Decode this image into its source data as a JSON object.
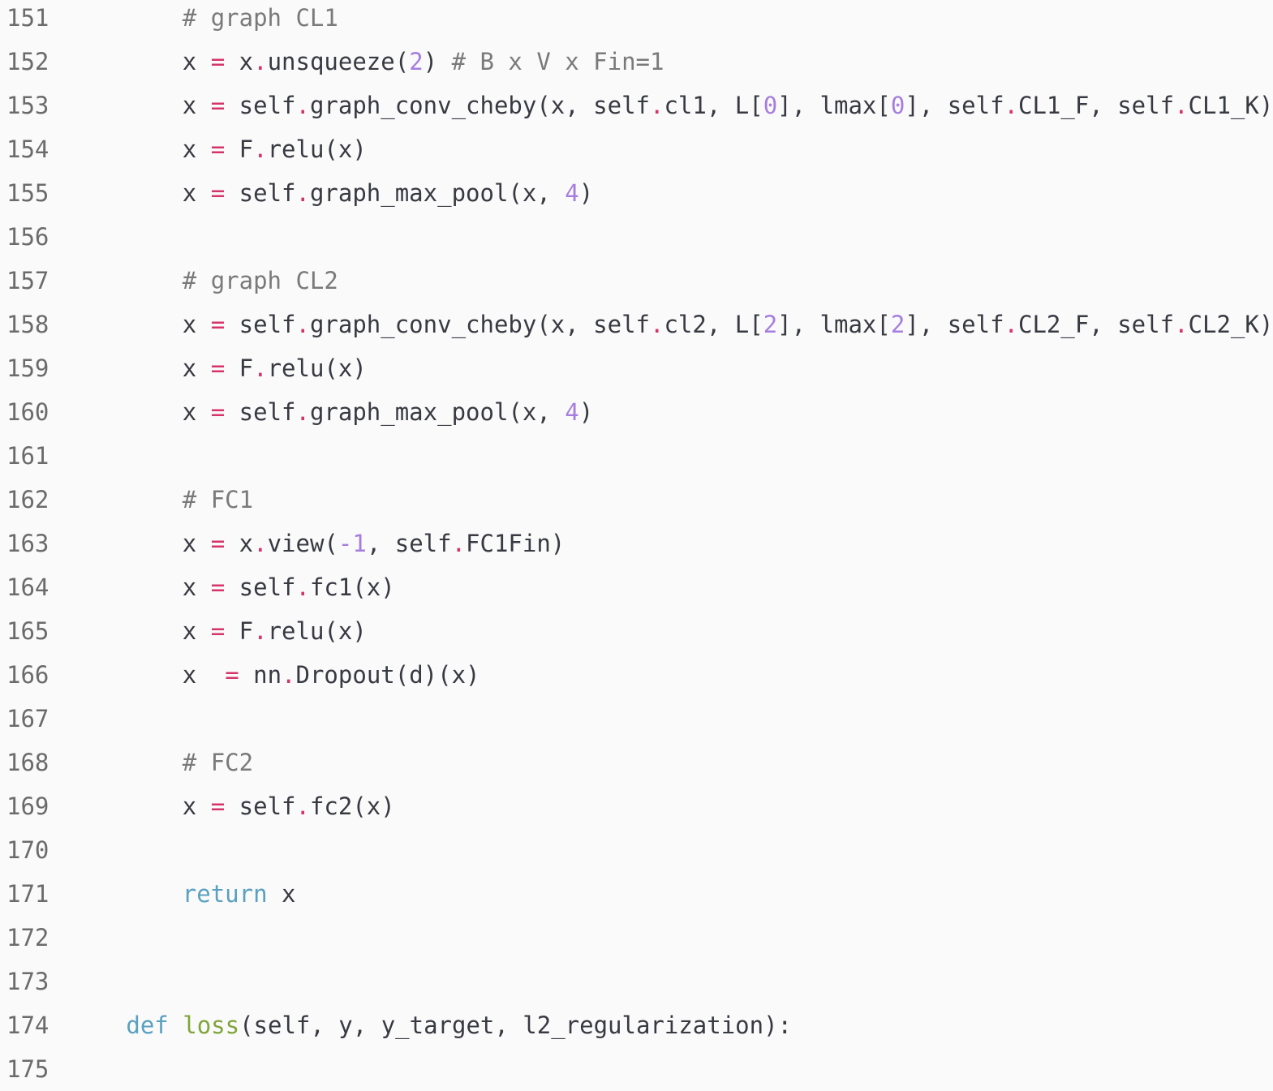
{
  "theme": {
    "background": "#fafafa",
    "text": "#383a42",
    "line_number": "#6b6b6b",
    "comment": "#7a7a7a",
    "operator": "#d7336b",
    "number": "#a67ee0",
    "keyword": "#5aa0c0",
    "function_name": "#7fa53a"
  },
  "lines": [
    {
      "n": "151",
      "indent": 8,
      "tokens": [
        {
          "t": "cmt",
          "v": "# graph CL1"
        }
      ]
    },
    {
      "n": "152",
      "indent": 8,
      "tokens": [
        {
          "t": "id",
          "v": "x "
        },
        {
          "t": "op",
          "v": "="
        },
        {
          "t": "id",
          "v": " x"
        },
        {
          "t": "dot",
          "v": "."
        },
        {
          "t": "id",
          "v": "unsqueeze("
        },
        {
          "t": "num",
          "v": "2"
        },
        {
          "t": "id",
          "v": ") "
        },
        {
          "t": "cmt",
          "v": "# B x V x Fin=1"
        }
      ]
    },
    {
      "n": "153",
      "indent": 8,
      "tokens": [
        {
          "t": "id",
          "v": "x "
        },
        {
          "t": "op",
          "v": "="
        },
        {
          "t": "id",
          "v": " self"
        },
        {
          "t": "dot",
          "v": "."
        },
        {
          "t": "id",
          "v": "graph_conv_cheby(x, self"
        },
        {
          "t": "dot",
          "v": "."
        },
        {
          "t": "id",
          "v": "cl1, L["
        },
        {
          "t": "num",
          "v": "0"
        },
        {
          "t": "id",
          "v": "], lmax["
        },
        {
          "t": "num",
          "v": "0"
        },
        {
          "t": "id",
          "v": "], self"
        },
        {
          "t": "dot",
          "v": "."
        },
        {
          "t": "id",
          "v": "CL1_F, self"
        },
        {
          "t": "dot",
          "v": "."
        },
        {
          "t": "id",
          "v": "CL1_K)"
        }
      ]
    },
    {
      "n": "154",
      "indent": 8,
      "tokens": [
        {
          "t": "id",
          "v": "x "
        },
        {
          "t": "op",
          "v": "="
        },
        {
          "t": "id",
          "v": " F"
        },
        {
          "t": "dot",
          "v": "."
        },
        {
          "t": "id",
          "v": "relu(x)"
        }
      ]
    },
    {
      "n": "155",
      "indent": 8,
      "tokens": [
        {
          "t": "id",
          "v": "x "
        },
        {
          "t": "op",
          "v": "="
        },
        {
          "t": "id",
          "v": " self"
        },
        {
          "t": "dot",
          "v": "."
        },
        {
          "t": "id",
          "v": "graph_max_pool(x, "
        },
        {
          "t": "num",
          "v": "4"
        },
        {
          "t": "id",
          "v": ")"
        }
      ]
    },
    {
      "n": "156",
      "indent": 0,
      "tokens": []
    },
    {
      "n": "157",
      "indent": 8,
      "tokens": [
        {
          "t": "cmt",
          "v": "# graph CL2"
        }
      ]
    },
    {
      "n": "158",
      "indent": 8,
      "tokens": [
        {
          "t": "id",
          "v": "x "
        },
        {
          "t": "op",
          "v": "="
        },
        {
          "t": "id",
          "v": " self"
        },
        {
          "t": "dot",
          "v": "."
        },
        {
          "t": "id",
          "v": "graph_conv_cheby(x, self"
        },
        {
          "t": "dot",
          "v": "."
        },
        {
          "t": "id",
          "v": "cl2, L["
        },
        {
          "t": "num",
          "v": "2"
        },
        {
          "t": "id",
          "v": "], lmax["
        },
        {
          "t": "num",
          "v": "2"
        },
        {
          "t": "id",
          "v": "], self"
        },
        {
          "t": "dot",
          "v": "."
        },
        {
          "t": "id",
          "v": "CL2_F, self"
        },
        {
          "t": "dot",
          "v": "."
        },
        {
          "t": "id",
          "v": "CL2_K)"
        }
      ]
    },
    {
      "n": "159",
      "indent": 8,
      "tokens": [
        {
          "t": "id",
          "v": "x "
        },
        {
          "t": "op",
          "v": "="
        },
        {
          "t": "id",
          "v": " F"
        },
        {
          "t": "dot",
          "v": "."
        },
        {
          "t": "id",
          "v": "relu(x)"
        }
      ]
    },
    {
      "n": "160",
      "indent": 8,
      "tokens": [
        {
          "t": "id",
          "v": "x "
        },
        {
          "t": "op",
          "v": "="
        },
        {
          "t": "id",
          "v": " self"
        },
        {
          "t": "dot",
          "v": "."
        },
        {
          "t": "id",
          "v": "graph_max_pool(x, "
        },
        {
          "t": "num",
          "v": "4"
        },
        {
          "t": "id",
          "v": ")"
        }
      ]
    },
    {
      "n": "161",
      "indent": 0,
      "tokens": []
    },
    {
      "n": "162",
      "indent": 8,
      "tokens": [
        {
          "t": "cmt",
          "v": "# FC1"
        }
      ]
    },
    {
      "n": "163",
      "indent": 8,
      "tokens": [
        {
          "t": "id",
          "v": "x "
        },
        {
          "t": "op",
          "v": "="
        },
        {
          "t": "id",
          "v": " x"
        },
        {
          "t": "dot",
          "v": "."
        },
        {
          "t": "id",
          "v": "view("
        },
        {
          "t": "num",
          "v": "-1"
        },
        {
          "t": "id",
          "v": ", self"
        },
        {
          "t": "dot",
          "v": "."
        },
        {
          "t": "id",
          "v": "FC1Fin)"
        }
      ]
    },
    {
      "n": "164",
      "indent": 8,
      "tokens": [
        {
          "t": "id",
          "v": "x "
        },
        {
          "t": "op",
          "v": "="
        },
        {
          "t": "id",
          "v": " self"
        },
        {
          "t": "dot",
          "v": "."
        },
        {
          "t": "id",
          "v": "fc1(x)"
        }
      ]
    },
    {
      "n": "165",
      "indent": 8,
      "tokens": [
        {
          "t": "id",
          "v": "x "
        },
        {
          "t": "op",
          "v": "="
        },
        {
          "t": "id",
          "v": " F"
        },
        {
          "t": "dot",
          "v": "."
        },
        {
          "t": "id",
          "v": "relu(x)"
        }
      ]
    },
    {
      "n": "166",
      "indent": 8,
      "tokens": [
        {
          "t": "id",
          "v": "x  "
        },
        {
          "t": "op",
          "v": "="
        },
        {
          "t": "id",
          "v": " nn"
        },
        {
          "t": "dot",
          "v": "."
        },
        {
          "t": "id",
          "v": "Dropout(d)(x)"
        }
      ]
    },
    {
      "n": "167",
      "indent": 0,
      "tokens": []
    },
    {
      "n": "168",
      "indent": 8,
      "tokens": [
        {
          "t": "cmt",
          "v": "# FC2"
        }
      ]
    },
    {
      "n": "169",
      "indent": 8,
      "tokens": [
        {
          "t": "id",
          "v": "x "
        },
        {
          "t": "op",
          "v": "="
        },
        {
          "t": "id",
          "v": " self"
        },
        {
          "t": "dot",
          "v": "."
        },
        {
          "t": "id",
          "v": "fc2(x)"
        }
      ]
    },
    {
      "n": "170",
      "indent": 0,
      "tokens": []
    },
    {
      "n": "171",
      "indent": 8,
      "tokens": [
        {
          "t": "kw",
          "v": "return"
        },
        {
          "t": "id",
          "v": " x"
        }
      ]
    },
    {
      "n": "172",
      "indent": 0,
      "tokens": []
    },
    {
      "n": "173",
      "indent": 0,
      "tokens": []
    },
    {
      "n": "174",
      "indent": 4,
      "tokens": [
        {
          "t": "kw",
          "v": "def"
        },
        {
          "t": "id",
          "v": " "
        },
        {
          "t": "fn",
          "v": "loss"
        },
        {
          "t": "id",
          "v": "(self, y, y_target, l2_regularization):"
        }
      ]
    },
    {
      "n": "175",
      "indent": 0,
      "tokens": []
    }
  ]
}
